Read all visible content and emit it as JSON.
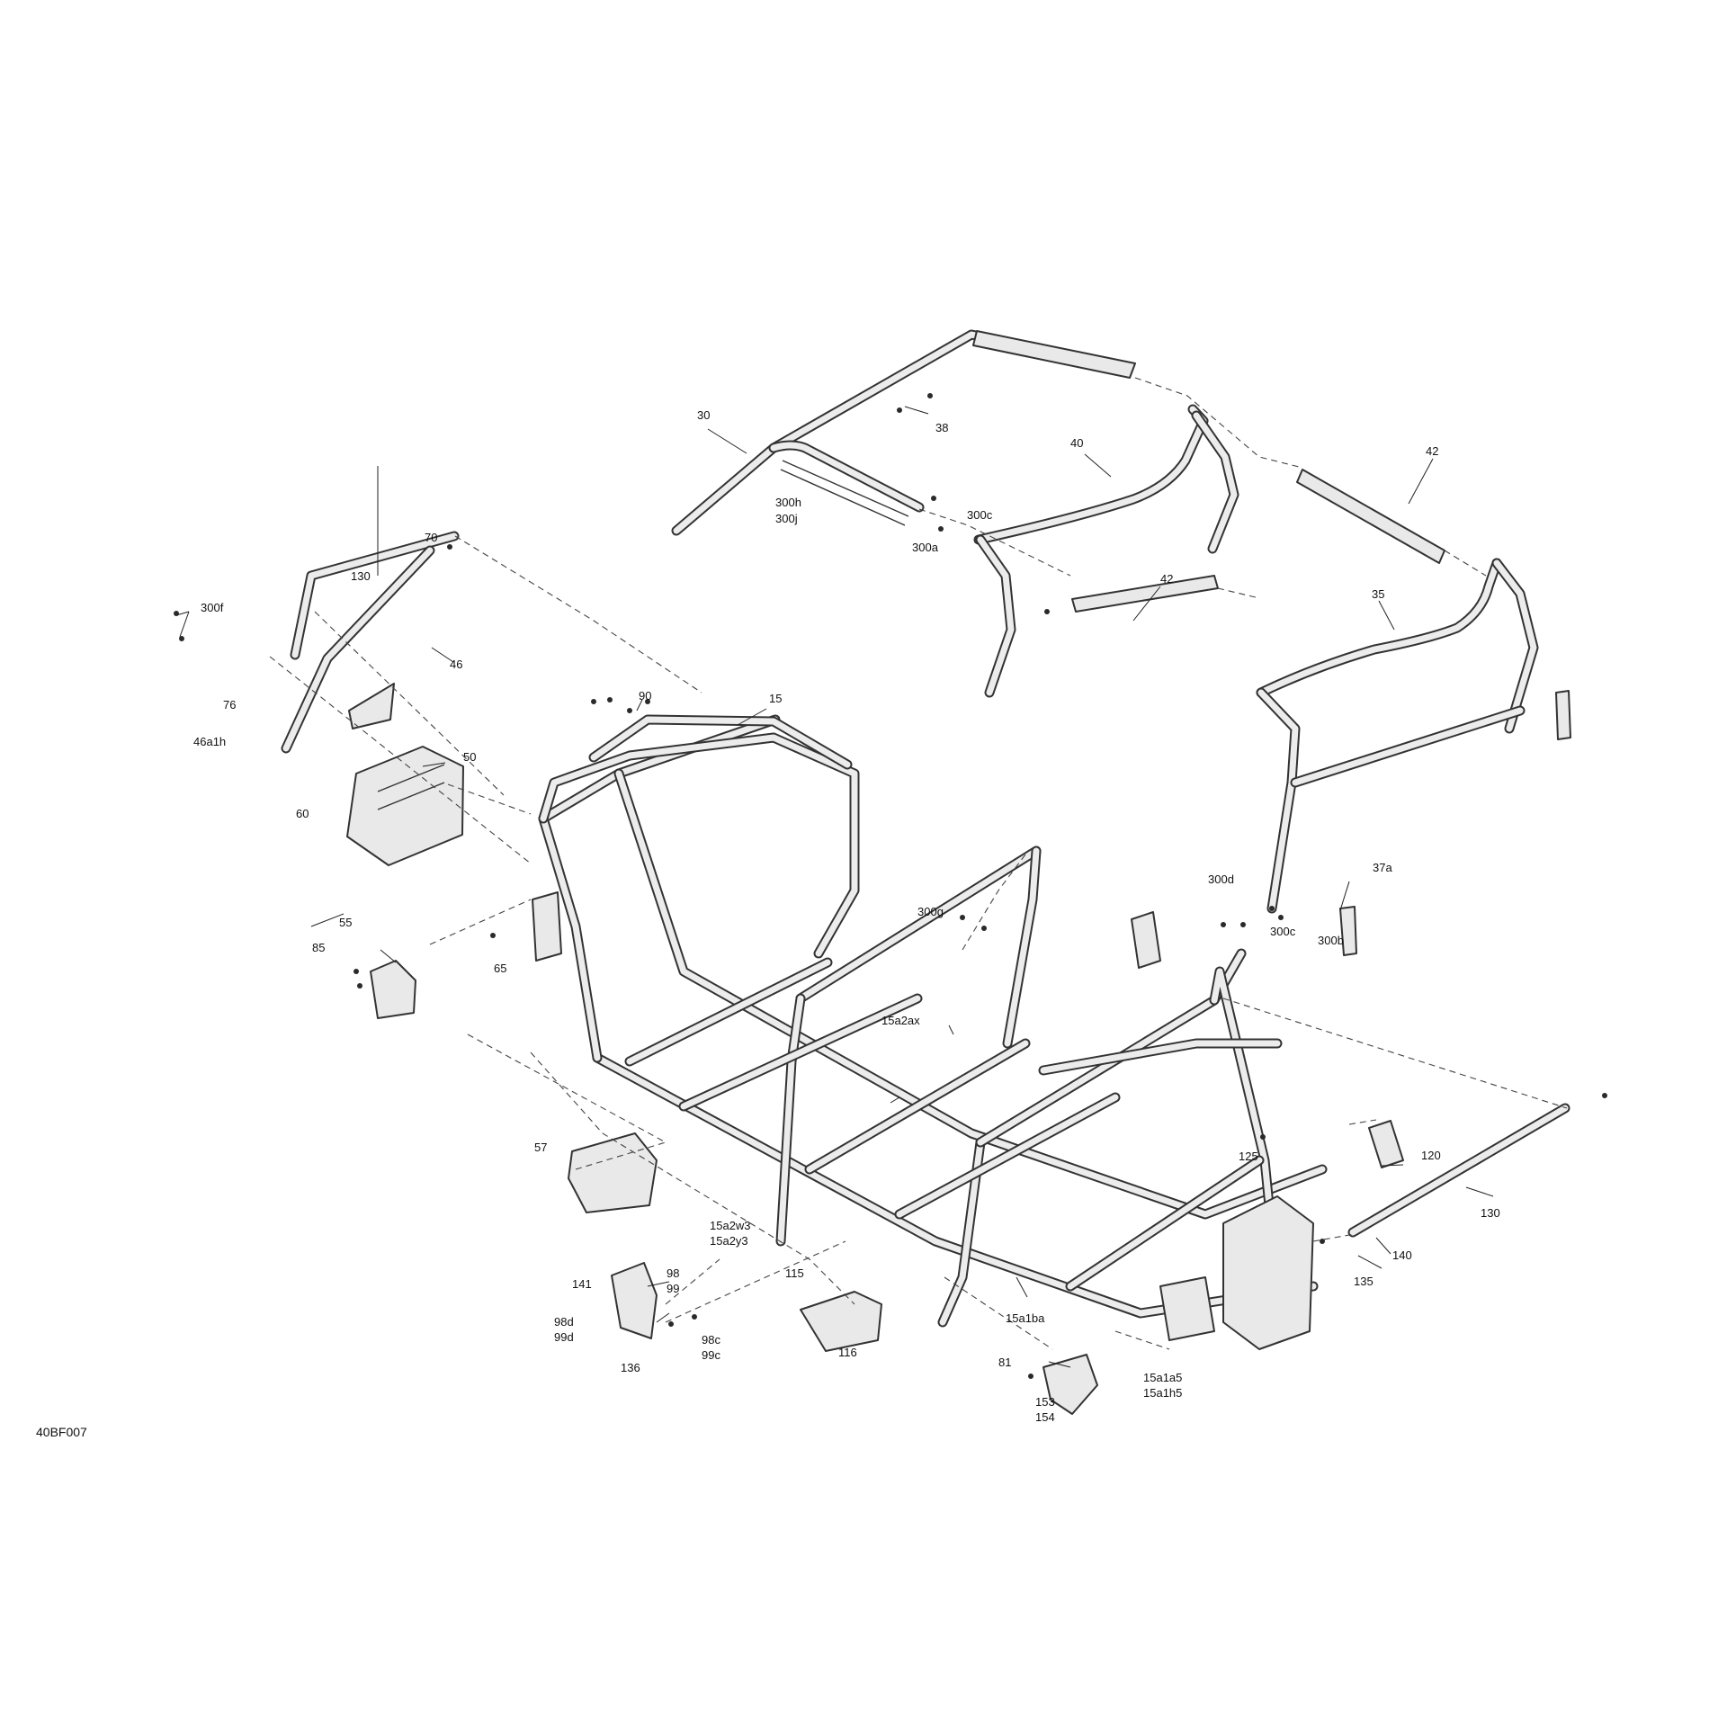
{
  "figure_ref": "40BF007",
  "callouts": [
    {
      "id": "c30",
      "text": "30"
    },
    {
      "id": "c38",
      "text": "38"
    },
    {
      "id": "c40",
      "text": "40"
    },
    {
      "id": "c42a",
      "text": "42"
    },
    {
      "id": "c42b",
      "text": "42"
    },
    {
      "id": "c35",
      "text": "35"
    },
    {
      "id": "c300h",
      "text": "300h"
    },
    {
      "id": "c300j",
      "text": "300j"
    },
    {
      "id": "c300c1",
      "text": "300c"
    },
    {
      "id": "c300a",
      "text": "300a"
    },
    {
      "id": "c70",
      "text": "70"
    },
    {
      "id": "c130a",
      "text": "130"
    },
    {
      "id": "c300f",
      "text": "300f"
    },
    {
      "id": "c46",
      "text": "46"
    },
    {
      "id": "c76",
      "text": "76"
    },
    {
      "id": "c46a1h",
      "text": "46a1h"
    },
    {
      "id": "c90",
      "text": "90"
    },
    {
      "id": "c15",
      "text": "15"
    },
    {
      "id": "c50",
      "text": "50"
    },
    {
      "id": "c60",
      "text": "60"
    },
    {
      "id": "c300d",
      "text": "300d"
    },
    {
      "id": "c37a",
      "text": "37a"
    },
    {
      "id": "c300g",
      "text": "300g"
    },
    {
      "id": "c300c2",
      "text": "300c"
    },
    {
      "id": "c300b",
      "text": "300b"
    },
    {
      "id": "c55",
      "text": "55"
    },
    {
      "id": "c85",
      "text": "85"
    },
    {
      "id": "c65",
      "text": "65"
    },
    {
      "id": "c15a2ax",
      "text": "15a2ax"
    },
    {
      "id": "c57",
      "text": "57"
    },
    {
      "id": "c125",
      "text": "125"
    },
    {
      "id": "c120",
      "text": "120"
    },
    {
      "id": "c130b",
      "text": "130"
    },
    {
      "id": "c15a2w3",
      "text": "15a2w3"
    },
    {
      "id": "c15a2y3",
      "text": "15a2y3"
    },
    {
      "id": "c140",
      "text": "140"
    },
    {
      "id": "c98",
      "text": "98"
    },
    {
      "id": "c99",
      "text": "99"
    },
    {
      "id": "c141",
      "text": "141"
    },
    {
      "id": "c115",
      "text": "115"
    },
    {
      "id": "c135",
      "text": "135"
    },
    {
      "id": "c98d",
      "text": "98d"
    },
    {
      "id": "c99d",
      "text": "99d"
    },
    {
      "id": "c98c",
      "text": "98c"
    },
    {
      "id": "c99c",
      "text": "99c"
    },
    {
      "id": "c116",
      "text": "116"
    },
    {
      "id": "c15a1ba",
      "text": "15a1ba"
    },
    {
      "id": "c136",
      "text": "136"
    },
    {
      "id": "c81",
      "text": "81"
    },
    {
      "id": "c15a1a5",
      "text": "15a1a5"
    },
    {
      "id": "c15a1h5",
      "text": "15a1h5"
    },
    {
      "id": "c153",
      "text": "153"
    },
    {
      "id": "c154",
      "text": "154"
    }
  ]
}
